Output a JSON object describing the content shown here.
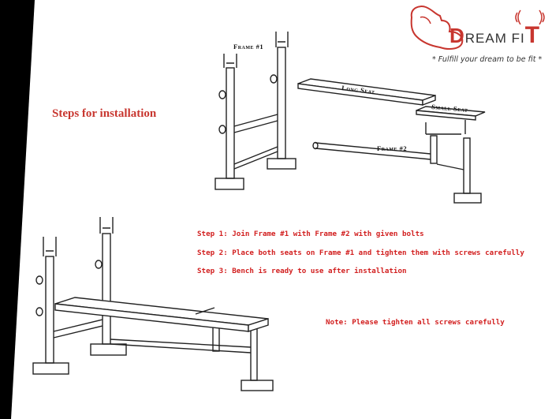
{
  "brand": {
    "letter_d": "D",
    "word_ream": "REAM",
    "word_fi": "FI",
    "letter_t": "T",
    "tagline": "* Fulfill your dream to be fit *",
    "accent_color": "#c8362f"
  },
  "heading": "Steps for installation",
  "parts": {
    "frame1": "Frame #1",
    "frame2": "Frame #2",
    "long_seat": "Long Seat",
    "small_seat": "Small Seat"
  },
  "steps": [
    "Step 1: Join Frame #1 with Frame #2 with given bolts",
    "Step 2: Place both seats on Frame #1 and tighten them with screws carefully",
    "Step 3: Bench is ready to use after installation"
  ],
  "note": "Note: Please tighten all screws carefully",
  "icons": {
    "logo": "muscle-arm-logo-icon",
    "signal": "signal-waves-icon"
  }
}
